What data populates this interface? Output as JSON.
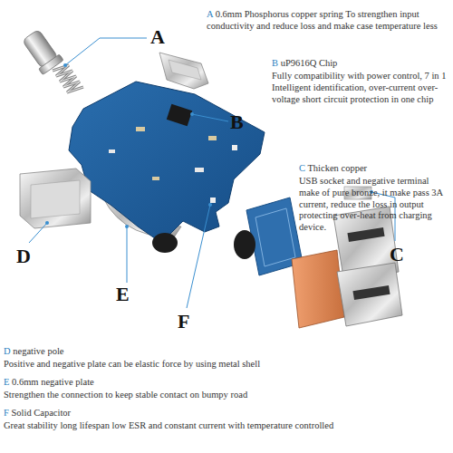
{
  "diagram": {
    "labels": [
      "A",
      "A 0.6mm Phosphorus copper spring To strengthen input conductivity and reduce loss and make case temperature less",
      "B",
      "B uP9616Q Chip",
      "Fully compatibility with power control, 7 in 1 Intelligent identification, over-current over-voltage short circuit protection in one chip",
      "C",
      "C Thicken copper",
      "USB socket and negative terminal make of pure bronze, it make pass 3A current, reduce the loss in output protecting over-heat from charging device.",
      "D",
      "E",
      "F",
      "D negative pole",
      "Positive and negative plate can be elastic force by using metal shell",
      "E 0.6mm negative plate",
      "Strengthen the connection to keep stable contact on bumpy road",
      "F Solid Capacitor",
      "Great stability long lifespan low ESR and constant current with temperature controlled"
    ]
  }
}
